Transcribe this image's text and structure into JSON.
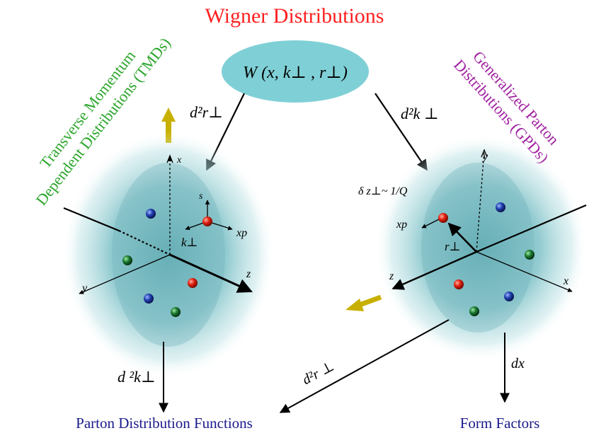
{
  "title": "Wigner Distributions",
  "wigner_function": "W (x, k⊥ , r⊥)",
  "tmd_label": {
    "line1": "Transverse Momentum",
    "line2": "Dependent Distributions (TMDs)"
  },
  "gpd_label": {
    "line1": "Generalized Parton",
    "line2": "Distributions (GPDs)"
  },
  "bottom_left_label": "Parton Distribution Functions",
  "bottom_right_label": "Form Factors",
  "arrow_labels": {
    "d2r_perp_top": "d²r⊥",
    "d2k_perp_top": "d²k ⊥",
    "d2k_perp_bottom": "d ²k⊥",
    "d2r_perp_bottom": "d²r ⊥",
    "dx": "dx"
  },
  "left_nucleon": {
    "axis_labels": {
      "x": "x",
      "y": "y",
      "z": "z",
      "s": "s",
      "xp": "xp",
      "kperp": "k⊥"
    }
  },
  "right_nucleon": {
    "axis_labels": {
      "x": "x",
      "y": "y",
      "z": "z",
      "xp": "xp",
      "rperp": "r⊥"
    },
    "annotation": "δ z⊥~ 1/Q"
  },
  "colors": {
    "title": "#ff2020",
    "tmd": "#2aa52a",
    "gpd": "#a020a0",
    "text": "#1a1a8c",
    "ellipse": "#7fd0d6",
    "nucleon": "#5aa8b0",
    "quark_red": "#e02010",
    "quark_blue": "#2040b0",
    "quark_green": "#1a7a30",
    "yellow_arrow": "#c8b000"
  }
}
